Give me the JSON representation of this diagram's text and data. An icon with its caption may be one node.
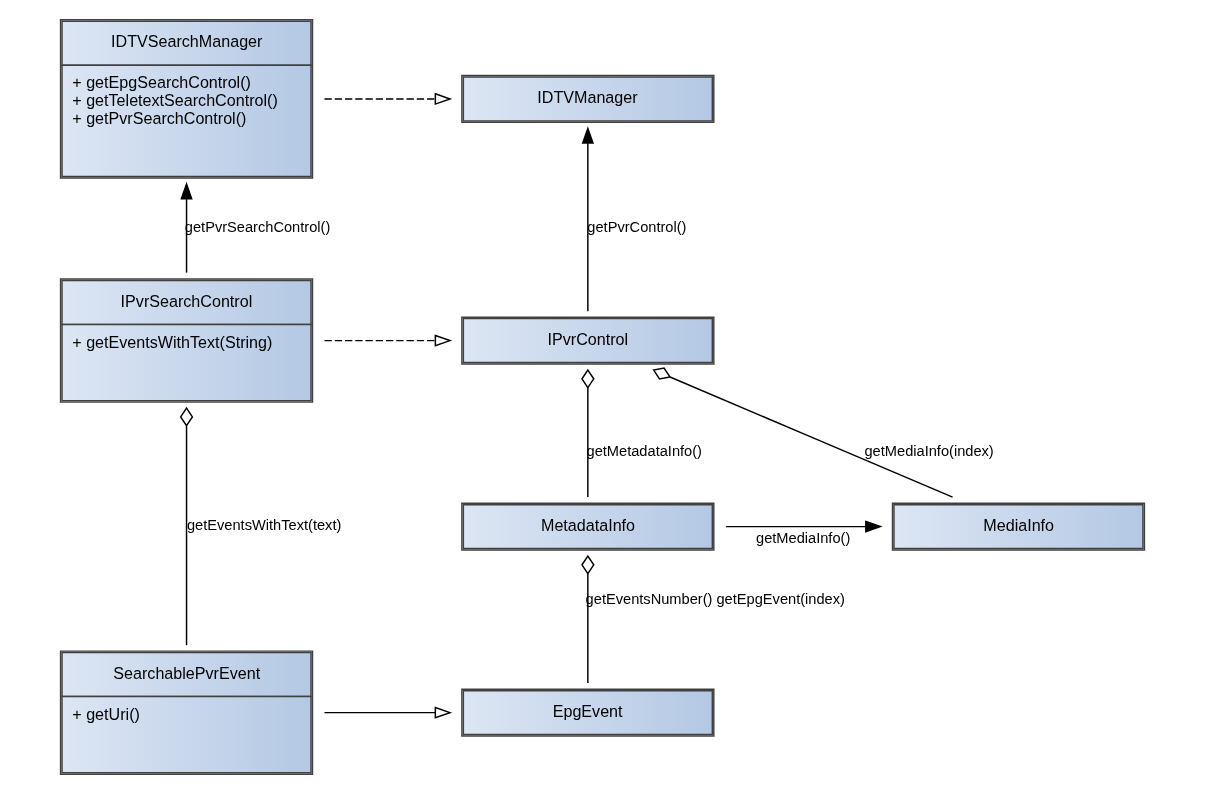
{
  "diagram": {
    "nodes": [
      {
        "text": [
          "IDTVManager"
        ]
      },
      {
        "text": [
          "IDTVSearchManager",
          "+ getEpgSearchControl()",
          "+ getTeletextSearchControl()",
          "+ getPvrSearchControl()"
        ]
      },
      {
        "text": [
          "IPvrControl"
        ]
      },
      {
        "text": [
          "IPvrSearchControl",
          "+ getEventsWithText(String)"
        ]
      },
      {
        "text": [
          "MediaInfo"
        ]
      },
      {
        "text": [
          "MetadataInfo"
        ]
      },
      {
        "text": [
          "SearchablePvrEvent",
          "+ getUri()"
        ]
      },
      {
        "text": [
          "EpgEvent"
        ]
      }
    ],
    "edges": [
      {
        "from": 1,
        "to": 0,
        "arrow": "to",
        "style": "dashed"
      },
      {
        "from": 2,
        "to": 0,
        "arrow": "to",
        "label": "getPvrControl()"
      },
      {
        "from": 3,
        "to": 1,
        "arrow": "to",
        "label": "getPvrSearchControl()"
      },
      {
        "from": 3,
        "to": 2,
        "arrow": "to",
        "style": "dashed"
      },
      {
        "from": 4,
        "to": 2,
        "arrow": "other",
        "label": "getMediaInfo(index)"
      },
      {
        "from": 5,
        "to": 2,
        "arrow": "other",
        "label": "getMetadataInfo()"
      },
      {
        "from": 5,
        "to": 4,
        "arrow": "to",
        "label": "getMediaInfo()"
      },
      {
        "from": 7,
        "to": 5,
        "arrow": "other",
        "label": "getEventsNumber() getEpgEvent(index)"
      },
      {
        "from": 6,
        "to": 3,
        "arrow": "other",
        "label": "getEventsWithText(text)"
      },
      {
        "from": 6,
        "to": 7,
        "arrow": "to"
      }
    ]
  }
}
